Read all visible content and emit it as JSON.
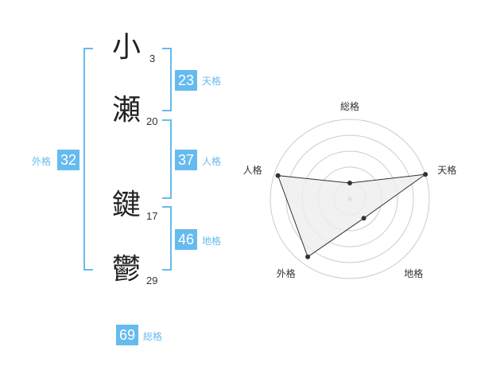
{
  "characters": [
    {
      "char": "小",
      "strokes": "3"
    },
    {
      "char": "瀬",
      "strokes": "20"
    },
    {
      "char": "鍵",
      "strokes": "17"
    },
    {
      "char": "鬱",
      "strokes": "29"
    }
  ],
  "fortunes": {
    "tenkaku": {
      "value": "23",
      "label": "天格"
    },
    "jinkaku": {
      "value": "37",
      "label": "人格"
    },
    "chikaku": {
      "value": "46",
      "label": "地格"
    },
    "gaikaku": {
      "value": "32",
      "label": "外格"
    },
    "soukaku": {
      "value": "69",
      "label": "総格"
    }
  },
  "colors": {
    "accent": "#66bbee",
    "text": "#222222",
    "grid": "#cccccc",
    "polygon_fill": "#eeeeee",
    "polygon_stroke": "#333333"
  },
  "chart_data": {
    "type": "radar",
    "axes": [
      "総格",
      "天格",
      "地格",
      "外格",
      "人格"
    ],
    "rings": 5,
    "values": [
      0.2,
      1.0,
      0.3,
      0.9,
      0.95
    ]
  }
}
